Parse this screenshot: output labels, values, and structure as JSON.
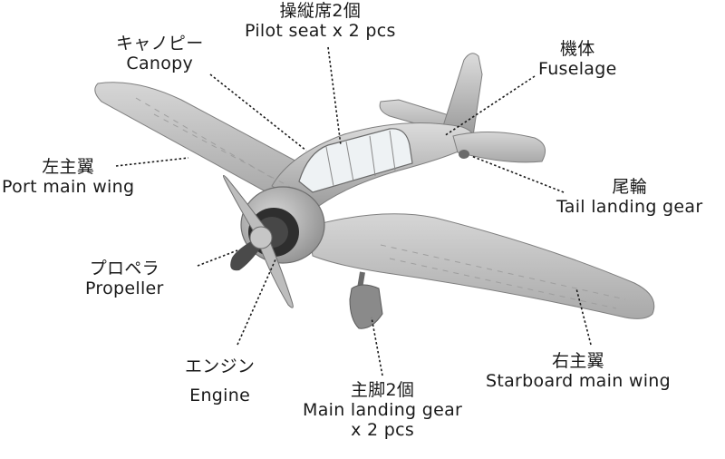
{
  "colors": {
    "plane_body": "#c9c9c9",
    "plane_shadow": "#8f8f8f",
    "canopy": "#eef2f4",
    "dark_parts": "#3a3a3a",
    "text": "#1a1a1a"
  },
  "labels": {
    "pilot_seat": {
      "jp": "操縦席2個",
      "en": "Pilot seat x 2 pcs"
    },
    "canopy": {
      "jp": "キャノピー",
      "en": "Canopy"
    },
    "fuselage": {
      "jp": "機体",
      "en": "Fuselage"
    },
    "port_wing": {
      "jp": "左主翼",
      "en": "Port main wing"
    },
    "tail_gear": {
      "jp": "尾輪",
      "en": "Tail landing gear"
    },
    "propeller": {
      "jp": "プロペラ",
      "en": "Propeller"
    },
    "engine": {
      "jp": "エンジン",
      "en": "Engine"
    },
    "main_gear": {
      "jp": "主脚2個",
      "en": "Main landing gear",
      "en2": "x 2 pcs"
    },
    "starboard_wing": {
      "jp": "右主翼",
      "en": "Starboard main wing"
    }
  }
}
